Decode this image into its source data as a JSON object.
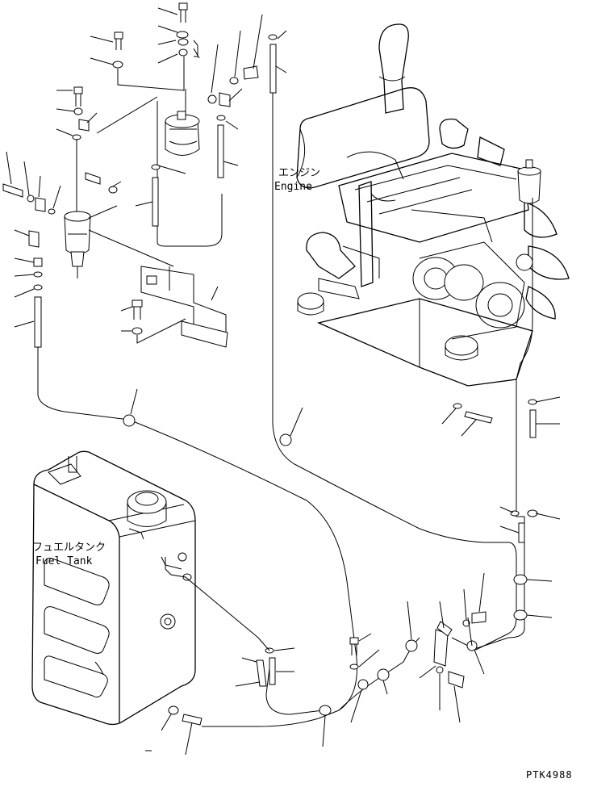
{
  "labels": {
    "engine_jp": "エンジン",
    "engine_en": "Engine",
    "tank_jp": "フュエルタンク",
    "tank_en": "Fuel Tank"
  },
  "drawing_code": "PTK4988"
}
